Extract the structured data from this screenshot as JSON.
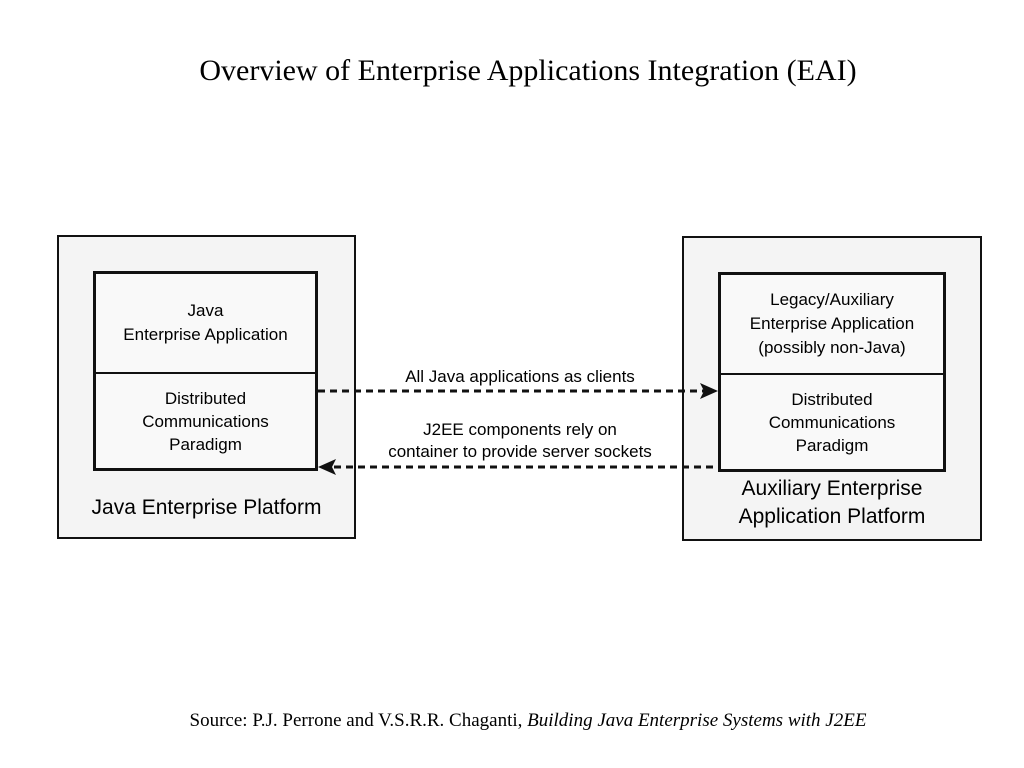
{
  "slide": {
    "title": "Overview of Enterprise Applications Integration (EAI)"
  },
  "left_platform": {
    "label": "Java Enterprise Platform",
    "application": {
      "line1": "Java",
      "line2": "Enterprise Application"
    },
    "paradigm": {
      "line1": "Distributed",
      "line2": "Communications",
      "line3": "Paradigm"
    }
  },
  "right_platform": {
    "label_line1": "Auxiliary Enterprise",
    "label_line2": "Application Platform",
    "application": {
      "line1": "Legacy/Auxiliary",
      "line2": "Enterprise Application",
      "line3": "(possibly non-Java)"
    },
    "paradigm": {
      "line1": "Distributed",
      "line2": "Communications",
      "line3": "Paradigm"
    }
  },
  "connections": {
    "clients_label": "All Java applications as clients",
    "sockets_label_line1": "J2EE components rely on",
    "sockets_label_line2": "container to provide server sockets"
  },
  "source": {
    "prefix": "Source: P.J. Perrone and V.S.R.R. Chaganti, ",
    "book": "Building Java Enterprise Systems with J2EE"
  }
}
